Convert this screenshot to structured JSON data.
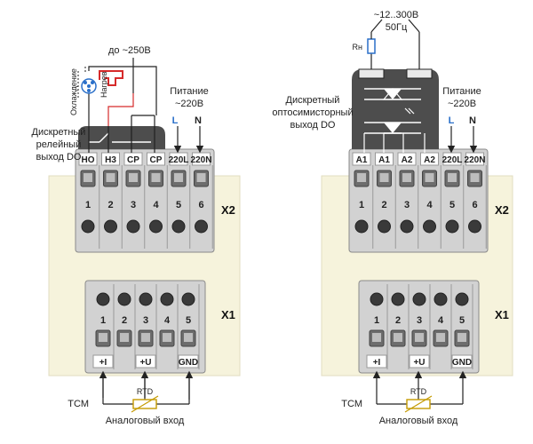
{
  "left": {
    "output_caption": [
      "Дискретный",
      "релейный",
      "выход DO"
    ],
    "supply_voltage": "до ~250В",
    "cooling_label": "Охлаждение",
    "heating_label": "Нагрев",
    "power_caption": [
      "Питание",
      "~220В"
    ],
    "phase_L": "L",
    "phase_N": "N",
    "x2_terminals": [
      "НО",
      "Н3",
      "СР",
      "СР",
      "220L",
      "220N"
    ],
    "x2_numbers": [
      "1",
      "2",
      "3",
      "4",
      "5",
      "6"
    ],
    "x2_label": "X2",
    "x1_numbers": [
      "1",
      "2",
      "3",
      "4",
      "5"
    ],
    "x1_label": "X1",
    "x1_terminals": [
      "+I",
      "+U",
      "GND"
    ],
    "tcm_label": "ТСМ",
    "rtd_label": "RTD",
    "analog_label": "Аналоговый вход"
  },
  "right": {
    "output_caption": [
      "Дискретный",
      "оптосимисторный",
      "выход DO"
    ],
    "supply_voltage": [
      "~12..300В",
      "50Гц"
    ],
    "load_label": "Rн",
    "power_caption": [
      "Питание",
      "~220В"
    ],
    "phase_L": "L",
    "phase_N": "N",
    "x2_terminals": [
      "A1",
      "A1",
      "A2",
      "A2",
      "220L",
      "220N"
    ],
    "x2_numbers": [
      "1",
      "2",
      "3",
      "4",
      "5",
      "6"
    ],
    "x2_label": "X2",
    "x1_numbers": [
      "1",
      "2",
      "3",
      "4",
      "5"
    ],
    "x1_label": "X1",
    "x1_terminals": [
      "+I",
      "+U",
      "GND"
    ],
    "tcm_label": "ТСМ",
    "rtd_label": "RTD",
    "analog_label": "Аналоговый вход"
  },
  "colors": {
    "panel_bg": "#f6f3dc",
    "terminal_gray": "#c9c9c9",
    "dark_module": "#4d4d4d",
    "accent_blue": "#2a6fc9",
    "heater_red": "#d62b2b"
  }
}
